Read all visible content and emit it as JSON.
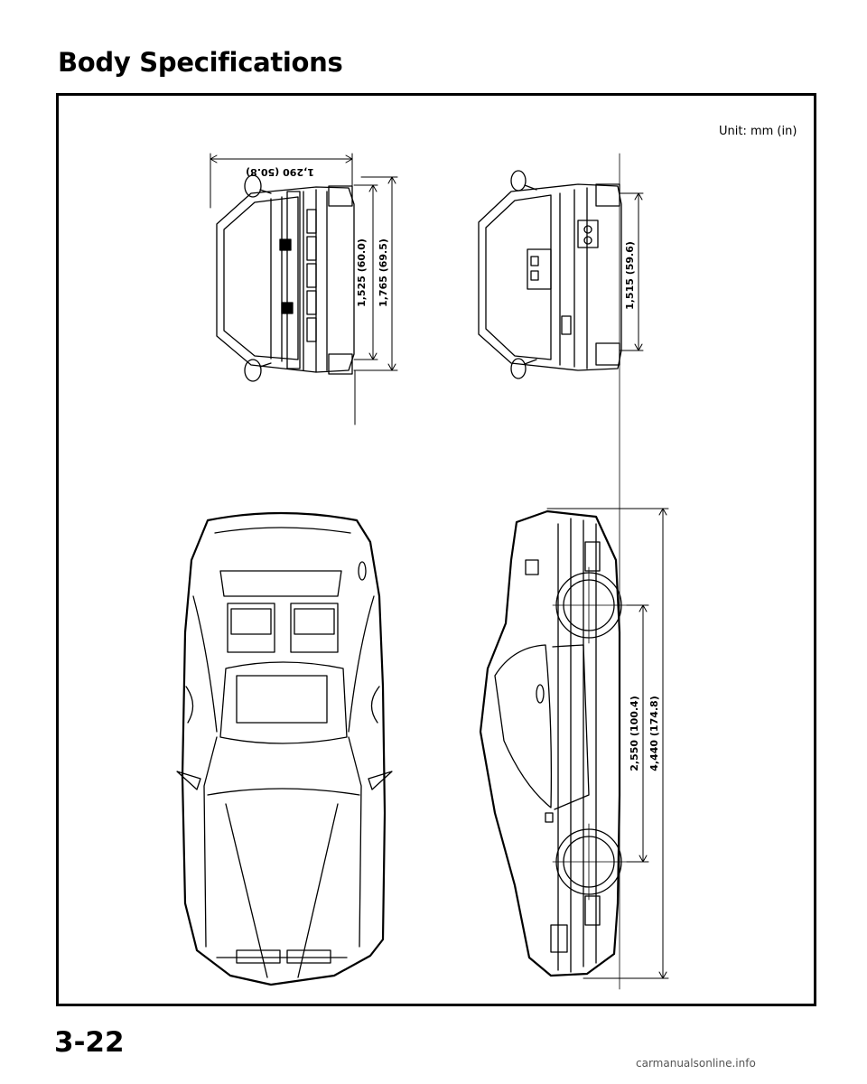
{
  "page": {
    "title": "Body Specifications",
    "page_number": "3-22",
    "footer": "carmanualsonline.info"
  },
  "diagram": {
    "unit_label": "Unit: mm (in)",
    "dimensions": {
      "front_track": "1,290 (50.8)",
      "overall_height_roof": "1,525 (60.0)",
      "overall_width": "1,765 (69.5)",
      "rear_track": "1,515 (59.6)",
      "wheelbase": "2,550 (100.4)",
      "overall_length": "4,440 (174.8)"
    }
  }
}
